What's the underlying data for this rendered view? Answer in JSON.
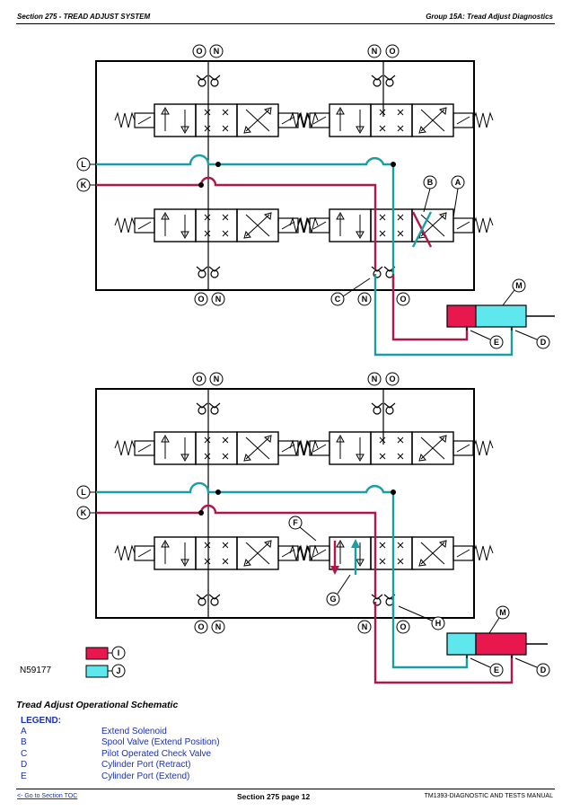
{
  "header": {
    "left": "Section 275 - TREAD ADJUST SYSTEM",
    "right": "Group 15A: Tread Adjust Diagnostics"
  },
  "figure_id": "N59177",
  "callouts": {
    "O": "O",
    "N": "N",
    "L": "L",
    "K": "K",
    "A": "A",
    "B": "B",
    "C": "C",
    "D": "D",
    "E": "E",
    "M": "M",
    "F": "F",
    "G": "G",
    "H": "H",
    "I": "I",
    "J": "J"
  },
  "colors": {
    "pressure": "#b01848",
    "return": "#1a9ea6",
    "pressure_fill": "#e8184e",
    "return_fill": "#5ee8ee"
  },
  "caption": "Tread Adjust Operational Schematic",
  "legend": {
    "title": "LEGEND:",
    "items": [
      {
        "key": "A",
        "text": "Extend Solenoid"
      },
      {
        "key": "B",
        "text": "Spool Valve (Extend Position)"
      },
      {
        "key": "C",
        "text": "Pilot Operated Check Valve"
      },
      {
        "key": "D",
        "text": "Cylinder Port (Retract)"
      },
      {
        "key": "E",
        "text": "Cylinder Port (Extend)"
      }
    ]
  },
  "footer": {
    "left": "<- Go to Section TOC",
    "middle": "Section 275 page 12",
    "right": "TM1393-DIAGNOSTIC AND TESTS MANUAL"
  }
}
